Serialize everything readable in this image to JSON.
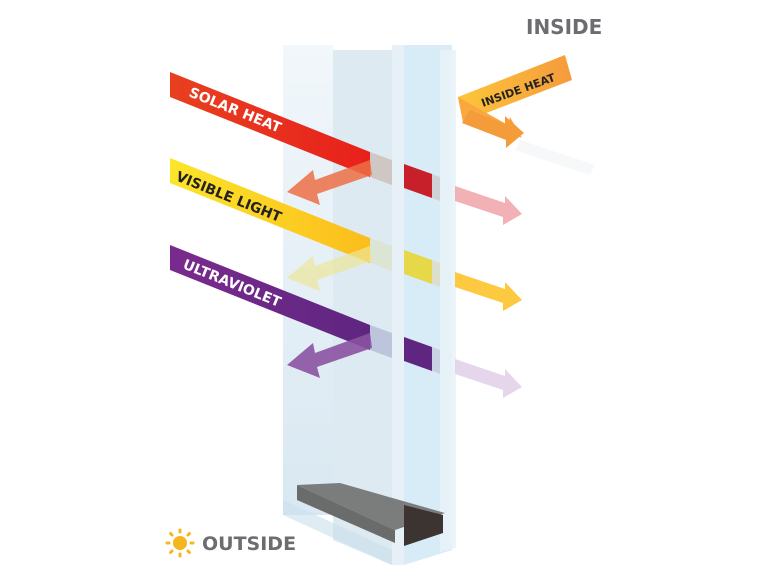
{
  "labels": {
    "inside": "INSIDE",
    "outside": "OUTSIDE",
    "solar_heat": "SOLAR HEAT",
    "visible_light": "VISIBLE LIGHT",
    "ultraviolet": "ULTRAVIOLET",
    "inside_heat": "INSIDE HEAT"
  },
  "icons": {
    "sun": "sun-icon"
  },
  "colors": {
    "solar_heat": "#e8401f",
    "visible_light": "#fde02a",
    "ultraviolet": "#6c2a86",
    "inside_heat": "#fbbd3a",
    "glass": "#cfe3ef",
    "spacer": "#7a7c7b",
    "label_gray": "#6b6d70",
    "sun": "#f5b51c"
  }
}
